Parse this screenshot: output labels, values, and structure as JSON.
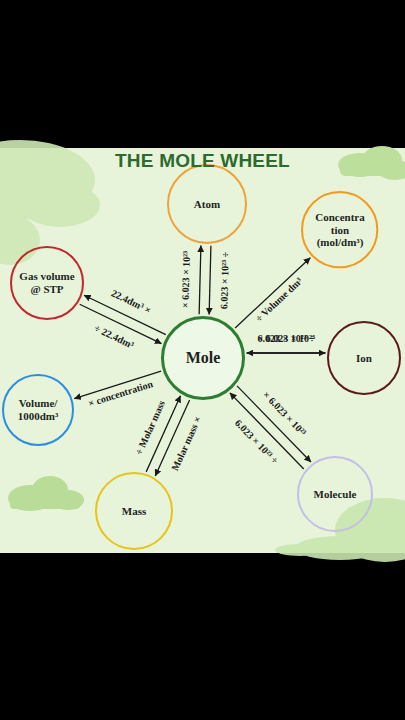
{
  "diagram": {
    "title": "THE MOLE WHEEL",
    "nodes": [
      {
        "text": [
          "Atom"
        ]
      },
      {
        "text": [
          "Concentra tion (mol/dm³)"
        ]
      },
      {
        "text": [
          "Gas volume @ STP"
        ]
      },
      {
        "text": [
          "Mole"
        ]
      },
      {
        "text": [
          "Ion"
        ]
      },
      {
        "text": [
          "Volume/ 1000dm³"
        ]
      },
      {
        "text": [
          "Molecule"
        ]
      },
      {
        "text": [
          "Mass"
        ]
      }
    ],
    "edges": [
      {
        "from": 3,
        "to": 0,
        "arrow": "to",
        "label": "× 6.023 × 10²³"
      },
      {
        "from": 0,
        "to": 3,
        "arrow": "to",
        "label": "6.023 × 10²³ ÷"
      },
      {
        "from": 3,
        "to": 1,
        "arrow": "to",
        "label": "÷ Volume dm³"
      },
      {
        "from": 3,
        "to": 2,
        "arrow": "to",
        "label": "22.4dm³ ×"
      },
      {
        "from": 2,
        "to": 3,
        "arrow": "to",
        "label": "÷ 22.4dm³"
      },
      {
        "from": 3,
        "to": 4,
        "arrow": "to",
        "label": "× 6.023 × 10²³"
      },
      {
        "from": 4,
        "to": 3,
        "arrow": "to",
        "label": "6.023 × 10²³ ÷"
      },
      {
        "from": 3,
        "to": 5,
        "arrow": "to",
        "label": "× concentration"
      },
      {
        "from": 3,
        "to": 6,
        "arrow": "to",
        "label": "× 6.023 × 10²³"
      },
      {
        "from": 6,
        "to": 3,
        "arrow": "to",
        "label": "6.023 × 10²³ ÷"
      },
      {
        "from": 3,
        "to": 7,
        "arrow": "to",
        "label": "Molar mass ×"
      },
      {
        "from": 7,
        "to": 3,
        "arrow": "to",
        "label": "÷ Molar mass"
      }
    ]
  }
}
